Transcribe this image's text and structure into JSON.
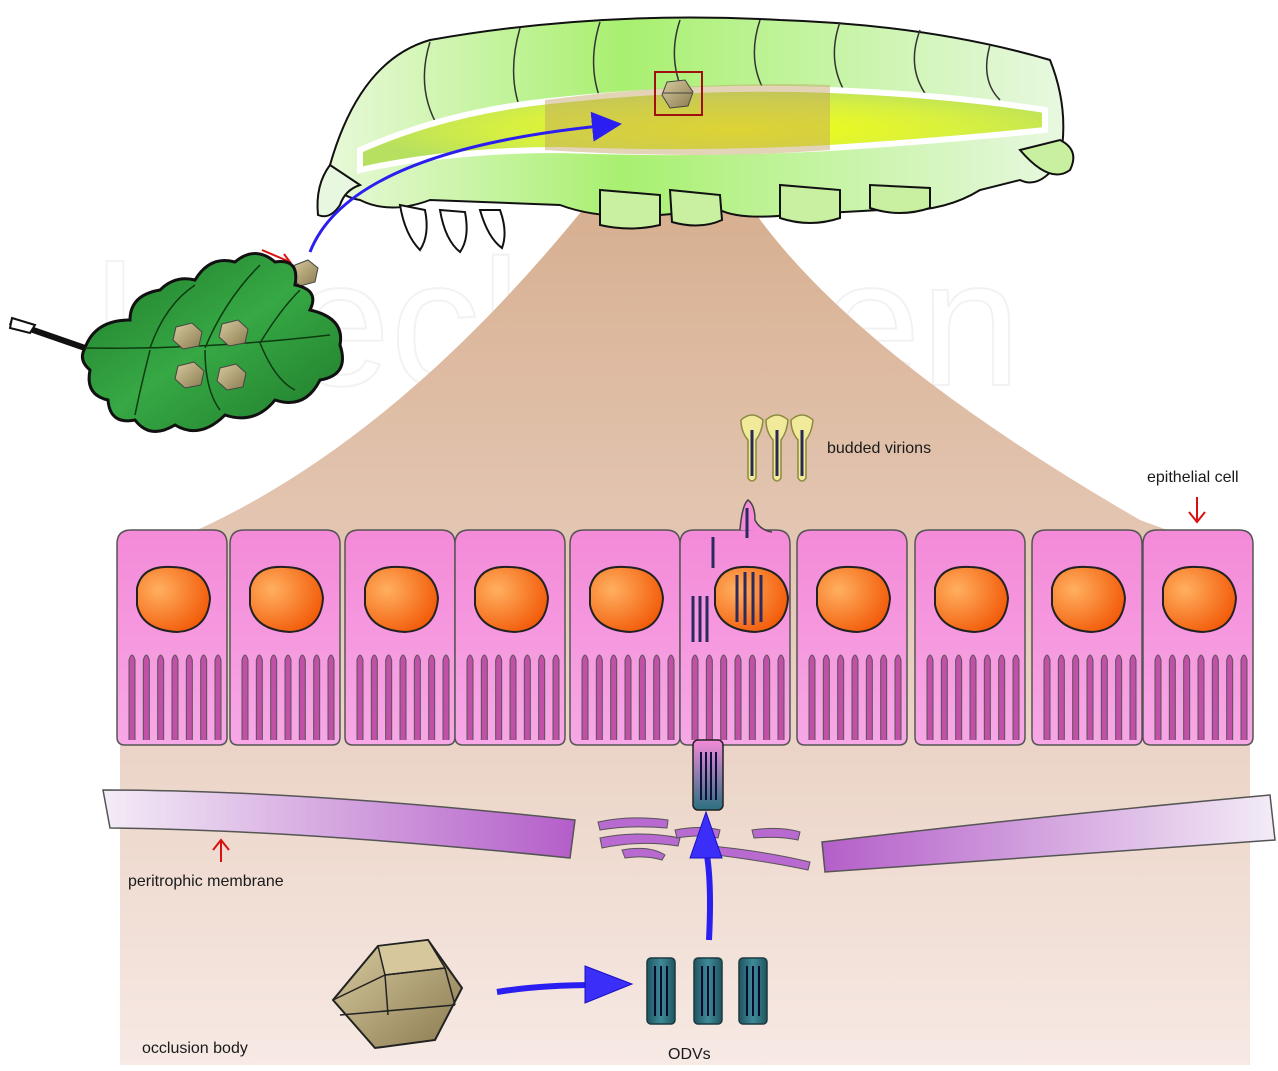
{
  "labels": {
    "budded_virions": "budded virions",
    "epithelial_cell": "epithelial cell",
    "peritrophic_membrane": "peritrophic membrane",
    "occlusion_body": "occlusion body",
    "odvs": "ODVs"
  },
  "watermark": "IntechOpen",
  "colors": {
    "cell_pink": "#f07ad8",
    "nucleus_orange": "#f06a10",
    "gut_background": "#d9b89a",
    "arrow_blue": "#2a1ef0",
    "leaf_green": "#2e9a3a",
    "caterpillar_green": "#b8f08a",
    "membrane_purple": "#b86ad0",
    "odv_teal": "#2a6a78",
    "pointer_red": "#d81010"
  },
  "icons": [
    "leaf-icon",
    "caterpillar-icon",
    "occlusion-body-icon",
    "odv-icon",
    "budded-virion-icon",
    "arrow-icon"
  ]
}
